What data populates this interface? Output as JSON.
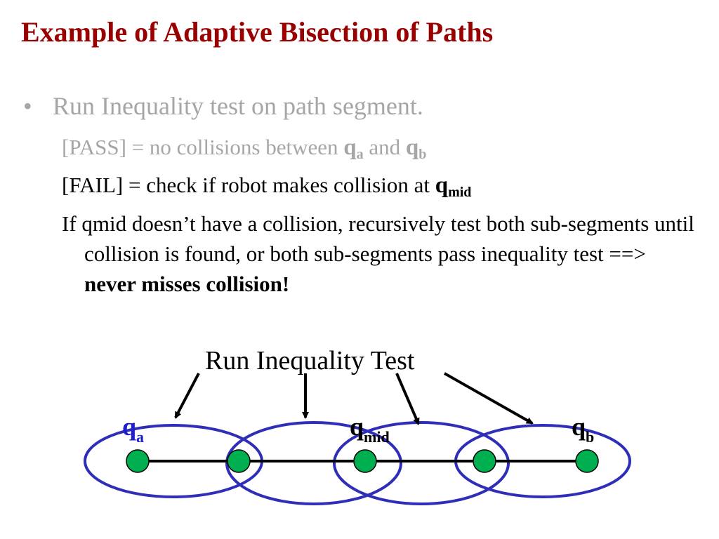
{
  "title": "Example of Adaptive Bisection of Paths",
  "bullet": {
    "marker": "•",
    "text": "Run Inequality test on path segment."
  },
  "pass_line": {
    "prefix": "[PASS] = no collisions between ",
    "sym1": "q",
    "sym1_sub": "a",
    "mid": " and ",
    "sym2": "q",
    "sym2_sub": "b"
  },
  "fail_line": {
    "prefix": "[FAIL] = check if robot makes collision at ",
    "sym": "q",
    "sym_sub": "mid"
  },
  "paragraph": {
    "text": "If qmid doesn’t have a collision, recursively test both sub-segments until collision is found, or both sub-segments pass inequality test ==> ",
    "bold": "never misses collision!"
  },
  "diagram": {
    "label": "Run Inequality Test",
    "q_a": {
      "sym": "q",
      "sub": "a"
    },
    "q_mid": {
      "sym": "q",
      "sub": "mid"
    },
    "q_b": {
      "sym": "q",
      "sub": "b"
    },
    "colors": {
      "ellipse": "#2e2eb8",
      "node_fill": "#00b050",
      "node_stroke": "#000000",
      "line": "#000000",
      "arrow": "#000000"
    },
    "node_count": 5,
    "ellipse_count": 4
  }
}
